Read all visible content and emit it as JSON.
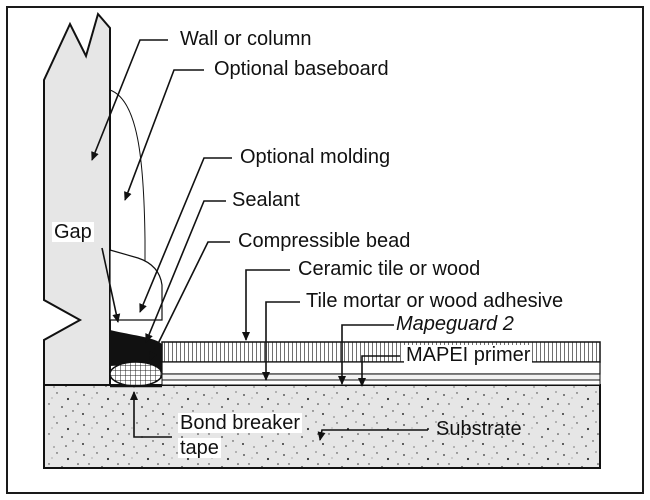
{
  "labels": {
    "wall": "Wall or column",
    "baseboard": "Optional baseboard",
    "molding": "Optional molding",
    "sealant": "Sealant",
    "gap": "Gap",
    "bead": "Compressible bead",
    "tile": "Ceramic tile or wood",
    "mortar": "Tile mortar or wood adhesive",
    "mapeguard": "Mapeguard 2",
    "primer": "MAPEI primer",
    "substrate": "Substrate",
    "bond_line1": "Bond breaker",
    "bond_line2": "tape"
  }
}
